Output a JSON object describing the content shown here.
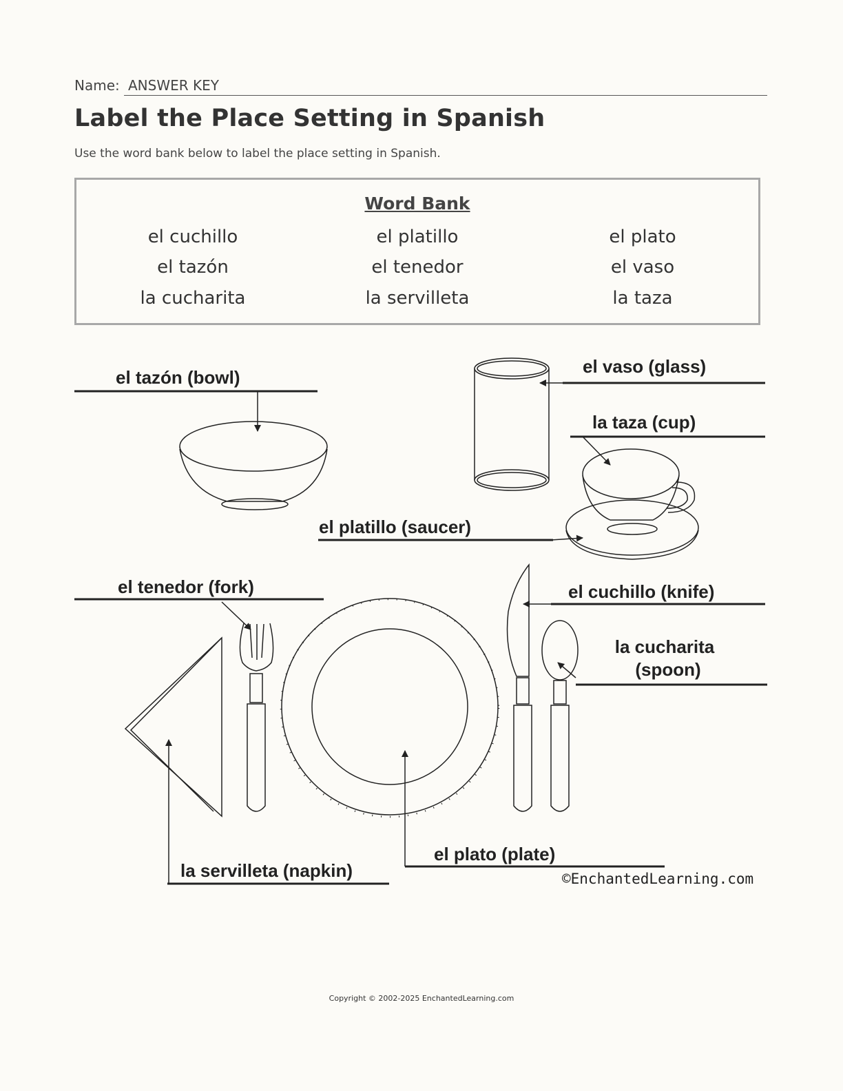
{
  "header": {
    "name_label": "Name:",
    "name_value": "ANSWER KEY",
    "title": "Label the Place Setting in Spanish",
    "instructions": "Use the word bank below to label the place setting in Spanish."
  },
  "word_bank": {
    "title": "Word Bank",
    "words": [
      "el cuchillo",
      "el platillo",
      "el plato",
      "el tazón",
      "el tenedor",
      "el vaso",
      "la cucharita",
      "la servilleta",
      "la taza"
    ]
  },
  "diagram": {
    "labels": {
      "bowl": "el tazón (bowl)",
      "glass": "el vaso (glass)",
      "cup": "la taza (cup)",
      "saucer": "el platillo (saucer)",
      "fork": "el tenedor (fork)",
      "knife": "el cuchillo (knife)",
      "spoon_line1": "la cucharita",
      "spoon_line2": "(spoon)",
      "napkin": "la servilleta (napkin)",
      "plate": "el plato (plate)"
    },
    "credit": "©EnchantedLearning.com"
  },
  "footer": {
    "copyright": "Copyright © 2002-2025 EnchantedLearning.com"
  }
}
